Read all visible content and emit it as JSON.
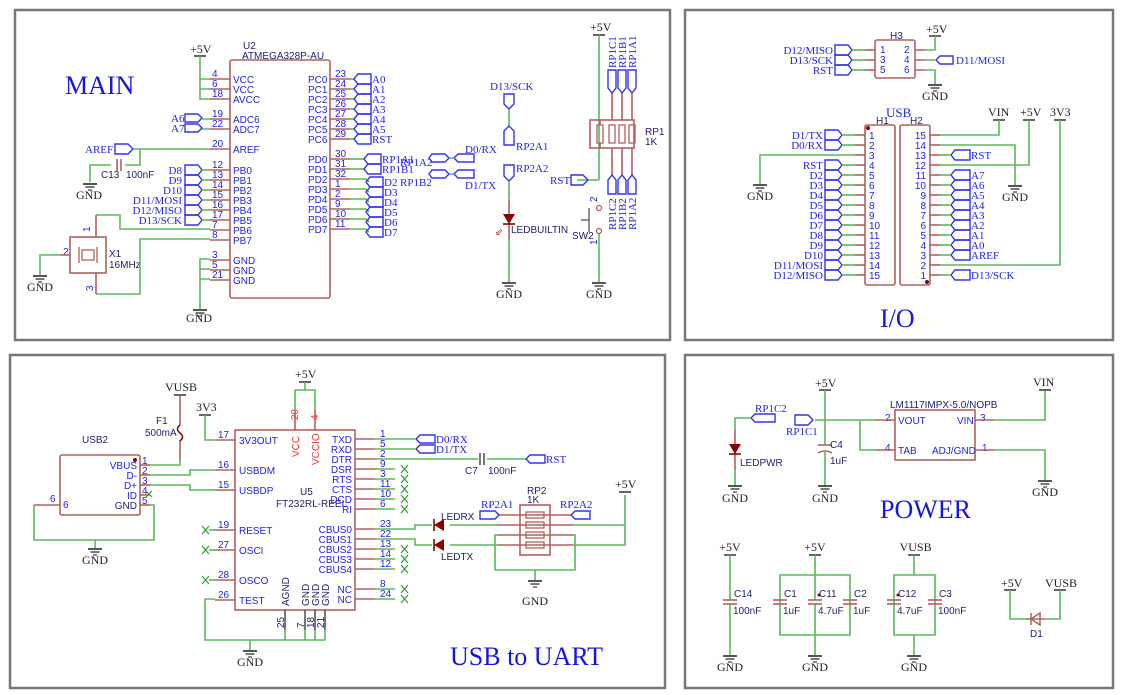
{
  "sections": {
    "main": {
      "title": "MAIN",
      "u2": {
        "ref": "U2",
        "part": "ATMEGA328P-AU",
        "left_pins": [
          {
            "num": "4",
            "name": "VCC"
          },
          {
            "num": "6",
            "name": "VCC"
          },
          {
            "num": "18",
            "name": "AVCC"
          },
          {
            "num": "19",
            "name": "ADC6"
          },
          {
            "num": "22",
            "name": "ADC7"
          },
          {
            "num": "20",
            "name": "AREF"
          },
          {
            "num": "12",
            "name": "PB0"
          },
          {
            "num": "13",
            "name": "PB1"
          },
          {
            "num": "14",
            "name": "PB2"
          },
          {
            "num": "15",
            "name": "PB3"
          },
          {
            "num": "16",
            "name": "PB4"
          },
          {
            "num": "17",
            "name": "PB5"
          },
          {
            "num": "7",
            "name": "PB6"
          },
          {
            "num": "8",
            "name": "PB7"
          },
          {
            "num": "3",
            "name": "GND"
          },
          {
            "num": "5",
            "name": "GND"
          },
          {
            "num": "21",
            "name": "GND"
          }
        ],
        "right_pins": [
          {
            "num": "23",
            "name": "PC0",
            "net": "A0"
          },
          {
            "num": "24",
            "name": "PC1",
            "net": "A1"
          },
          {
            "num": "25",
            "name": "PC2",
            "net": "A2"
          },
          {
            "num": "26",
            "name": "PC3",
            "net": "A3"
          },
          {
            "num": "27",
            "name": "PC4",
            "net": "A4"
          },
          {
            "num": "28",
            "name": "PC5",
            "net": "A5"
          },
          {
            "num": "29",
            "name": "PC6",
            "net": "RST"
          },
          {
            "num": "30",
            "name": "PD0",
            "net": "RP1A1"
          },
          {
            "num": "31",
            "name": "PD1",
            "net": "RP1B1"
          },
          {
            "num": "32",
            "name": "PD2",
            "net": "D2"
          },
          {
            "num": "1",
            "name": "PD3",
            "net": "D3"
          },
          {
            "num": "2",
            "name": "PD4",
            "net": "D4"
          },
          {
            "num": "9",
            "name": "PD5",
            "net": "D5"
          },
          {
            "num": "10",
            "name": "PD6",
            "net": "D6"
          },
          {
            "num": "11",
            "name": "PD7",
            "net": "D7"
          }
        ],
        "left_nets": [
          "A6",
          "A7",
          "AREF",
          "D8",
          "D9",
          "D10",
          "D11/MOSI",
          "D12/MISO",
          "D13/SCK"
        ]
      },
      "c13": {
        "ref": "C13",
        "value": "100nF"
      },
      "x1": {
        "ref": "X1",
        "value": "16MHz",
        "pins": [
          "1",
          "2",
          "3"
        ]
      },
      "rp1_links": [
        {
          "left": "RP1A2",
          "right": "D0/RX"
        },
        {
          "left": "RP1B2",
          "right": "D1/TX"
        }
      ],
      "led_builtin": {
        "ref": "LEDBUILTIN",
        "net_top": "D13/SCK",
        "rp_a": "RP2A1",
        "rp_b": "RP2A2"
      },
      "rp1": {
        "ref": "RP1",
        "value": "1K",
        "top_nets": [
          "RP1C1",
          "RP1B1",
          "RP1A1"
        ],
        "bottom_nets": [
          "RP1C2",
          "RP1B2",
          "RP1A2"
        ]
      },
      "sw2": {
        "ref": "SW2",
        "pins": [
          "2",
          "1"
        ],
        "net": "RST"
      },
      "power": {
        "p5v": "+5V",
        "gnd": "GND"
      }
    },
    "io": {
      "title": "I/O",
      "h3": {
        "ref": "H3",
        "left_pins": [
          "1",
          "3",
          "5"
        ],
        "right_pins": [
          "2",
          "4",
          "6"
        ],
        "left_nets": [
          "D12/MISO",
          "D13/SCK",
          "RST"
        ],
        "right_net": "D11/MOSI"
      },
      "usb_label": "USB",
      "h1": {
        "ref": "H1",
        "pins": [
          "1",
          "2",
          "3",
          "4",
          "5",
          "6",
          "7",
          "8",
          "9",
          "10",
          "11",
          "12",
          "13",
          "14",
          "15"
        ],
        "nets": [
          "D1/TX",
          "D0/RX",
          "",
          "RST",
          "D2",
          "D3",
          "D4",
          "D5",
          "D6",
          "D7",
          "D8",
          "D9",
          "D10",
          "D11/MOSI",
          "D12/MISO"
        ]
      },
      "h2": {
        "ref": "H2",
        "pins": [
          "15",
          "14",
          "13",
          "12",
          "11",
          "10",
          "9",
          "8",
          "7",
          "6",
          "5",
          "4",
          "3",
          "2",
          "1"
        ],
        "nets": [
          "",
          "",
          "RST",
          "",
          "A7",
          "A6",
          "A5",
          "A4",
          "A3",
          "A2",
          "A1",
          "A0",
          "AREF",
          "",
          "D13/SCK"
        ]
      },
      "power": {
        "vin": "VIN",
        "p5v": "+5V",
        "v3": "3V3",
        "gnd": "GND"
      }
    },
    "usb_uart": {
      "title": "USB to UART",
      "usb2": {
        "ref": "USB2",
        "pins": [
          {
            "num": "1",
            "name": "VBUS"
          },
          {
            "num": "2",
            "name": "D-"
          },
          {
            "num": "3",
            "name": "D+"
          },
          {
            "num": "4",
            "name": "ID"
          },
          {
            "num": "5",
            "name": "GND"
          }
        ],
        "shield": {
          "num": "6",
          "name": "6"
        }
      },
      "f1": {
        "ref": "F1",
        "value": "500mA",
        "pins": [
          "2",
          "1"
        ]
      },
      "u5": {
        "ref": "U5",
        "part": "FT232RL-REEL",
        "top_pins": [
          {
            "num": "20",
            "name": "VCC"
          },
          {
            "num": "4",
            "name": "VCCIO"
          }
        ],
        "left_pins": [
          {
            "num": "17",
            "name": "3V3OUT"
          },
          {
            "num": "16",
            "name": "USBDM"
          },
          {
            "num": "15",
            "name": "USBDP"
          },
          {
            "num": "19",
            "name": "RESET"
          },
          {
            "num": "27",
            "name": "OSCI"
          },
          {
            "num": "28",
            "name": "OSCO"
          },
          {
            "num": "26",
            "name": "TEST"
          }
        ],
        "bottom_pins": [
          {
            "num": "25",
            "name": "AGND"
          },
          {
            "num": "7",
            "name": "GND"
          },
          {
            "num": "18",
            "name": "GND"
          },
          {
            "num": "21",
            "name": "GND"
          }
        ],
        "right_pins": [
          {
            "num": "1",
            "name": "TXD"
          },
          {
            "num": "5",
            "name": "RXD"
          },
          {
            "num": "2",
            "name": "DTR"
          },
          {
            "num": "9",
            "name": "DSR"
          },
          {
            "num": "3",
            "name": "RTS"
          },
          {
            "num": "11",
            "name": "CTS"
          },
          {
            "num": "10",
            "name": "DCD"
          },
          {
            "num": "6",
            "name": "RI"
          },
          {
            "num": "23",
            "name": "CBUS0"
          },
          {
            "num": "22",
            "name": "CBUS1"
          },
          {
            "num": "13",
            "name": "CBUS2"
          },
          {
            "num": "14",
            "name": "CBUS3"
          },
          {
            "num": "12",
            "name": "CBUS4"
          },
          {
            "num": "8",
            "name": "NC"
          },
          {
            "num": "24",
            "name": "NC"
          }
        ]
      },
      "nets": {
        "txd": "D0/RX",
        "rxd": "D1/TX",
        "dtr": "RST"
      },
      "c7": {
        "ref": "C7",
        "value": "100nF"
      },
      "leds": [
        "LEDRX",
        "LEDTX"
      ],
      "rp2": {
        "ref": "RP2",
        "value": "1K",
        "left_net": "RP2A1",
        "right_net": "RP2A2"
      },
      "power": {
        "vusb": "VUSB",
        "v3": "3V3",
        "p5v": "+5V",
        "gnd": "GND"
      }
    },
    "power": {
      "title": "POWER",
      "regulator": {
        "part": "LM1117IMPX-5.0/NOPB",
        "pins": [
          {
            "num": "2",
            "name": "VOUT"
          },
          {
            "num": "4",
            "name": "TAB"
          },
          {
            "num": "3",
            "name": "VIN"
          },
          {
            "num": "1",
            "name": "ADJ/GND"
          }
        ]
      },
      "nets": {
        "rp1c2": "RP1C2",
        "rp1c1": "RP1C1"
      },
      "ledpwr": "LEDPWR",
      "c4": {
        "ref": "C4",
        "value": "1uF"
      },
      "c14": {
        "ref": "C14",
        "value": "100nF"
      },
      "c1": {
        "ref": "C1",
        "value": "1uF"
      },
      "c11": {
        "ref": "C11",
        "value": "4.7uF"
      },
      "c2": {
        "ref": "C2",
        "value": "1uF"
      },
      "c12": {
        "ref": "C12",
        "value": "4.7uF"
      },
      "c3": {
        "ref": "C3",
        "value": "100nF"
      },
      "d1": {
        "ref": "D1"
      },
      "power": {
        "p5v": "+5V",
        "vin": "VIN",
        "vusb": "VUSB",
        "gnd": "GND"
      }
    }
  }
}
